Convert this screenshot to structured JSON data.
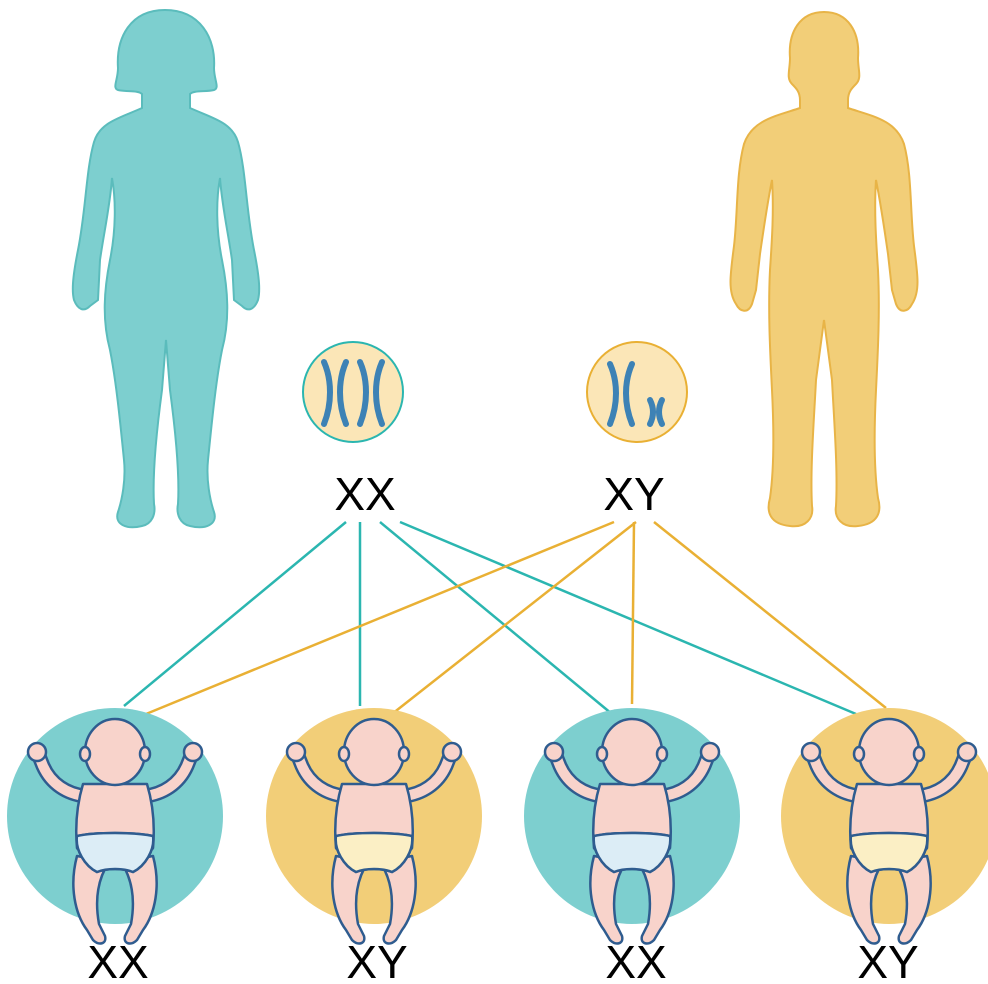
{
  "colors": {
    "female": "#7dcfcf",
    "female_outline": "#5bbcbc",
    "male": "#f2ce78",
    "male_outline": "#e8b447",
    "line_female": "#2bb6b0",
    "line_male": "#e9b034",
    "chromosome": "#3d82b5",
    "cell_fill": "#fbe6b7",
    "skin": "#f8d3cb",
    "skin_outline": "#2f5c8f",
    "diaper_blue": "#dcedf6",
    "diaper_yellow": "#fbefc5"
  },
  "icons": {
    "mother": "female-silhouette-icon",
    "father": "male-silhouette-icon",
    "mother_cell": "xx-chromosome-icon",
    "father_cell": "xy-chromosome-icon",
    "baby": "baby-icon"
  },
  "parents": {
    "mother_label": "XX",
    "father_label": "XY"
  },
  "offspring": [
    {
      "label": "XX",
      "color": "female"
    },
    {
      "label": "XY",
      "color": "male"
    },
    {
      "label": "XX",
      "color": "female"
    },
    {
      "label": "XY",
      "color": "male"
    }
  ]
}
